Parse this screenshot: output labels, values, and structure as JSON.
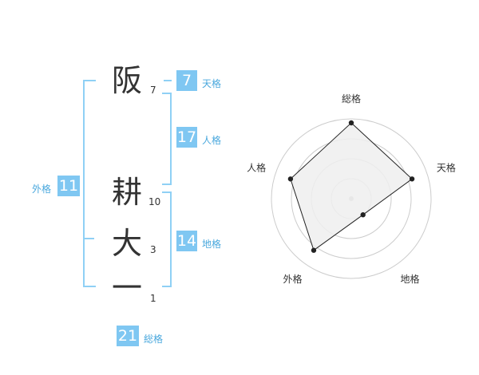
{
  "name_chars": [
    {
      "char": "阪",
      "strokes": "7"
    },
    {
      "char": "耕",
      "strokes": "10"
    },
    {
      "char": "大",
      "strokes": "3"
    },
    {
      "char": "一",
      "strokes": "1"
    }
  ],
  "fortunes": {
    "tenkaku": {
      "label": "天格",
      "value": "7"
    },
    "jinkaku": {
      "label": "人格",
      "value": "17"
    },
    "chikaku": {
      "label": "地格",
      "value": "14"
    },
    "gaikaku": {
      "label": "外格",
      "value": "11"
    },
    "soukaku": {
      "label": "総格",
      "value": "21"
    }
  },
  "chart_data": {
    "type": "radar",
    "axes": [
      "総格",
      "天格",
      "地格",
      "外格",
      "人格"
    ],
    "values": [
      0.95,
      0.8,
      0.25,
      0.8,
      0.8
    ],
    "rings": 4,
    "colors": {
      "fill": "#eeeeee",
      "line": "#222222",
      "grid": "#cccccc",
      "center": "#bbbbbb"
    }
  }
}
